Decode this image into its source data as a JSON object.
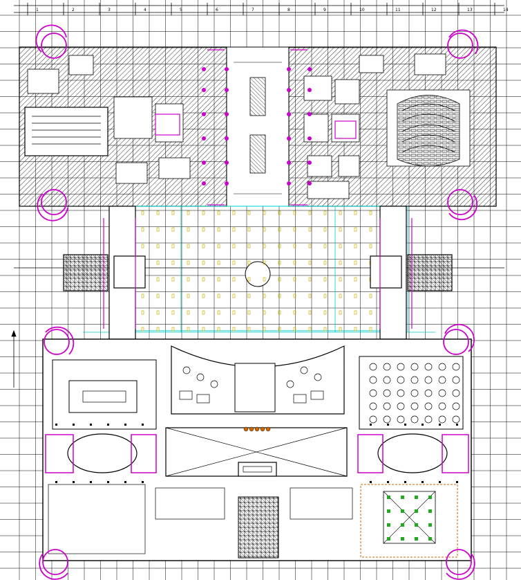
{
  "drawing": {
    "grid_label": "",
    "dimension_marks": [
      "1",
      "2",
      "3",
      "4",
      "5",
      "6",
      "7",
      "8",
      "9",
      "10",
      "11",
      "12",
      "13",
      "14"
    ]
  },
  "colors": {
    "background": "#ffffff",
    "grid": "#000000",
    "wall": "#000000",
    "accent": "#cc00cc",
    "courtyard": "#00cccc",
    "marker": "#c8b400",
    "hatch": "#000000"
  },
  "tower_count": 8
}
